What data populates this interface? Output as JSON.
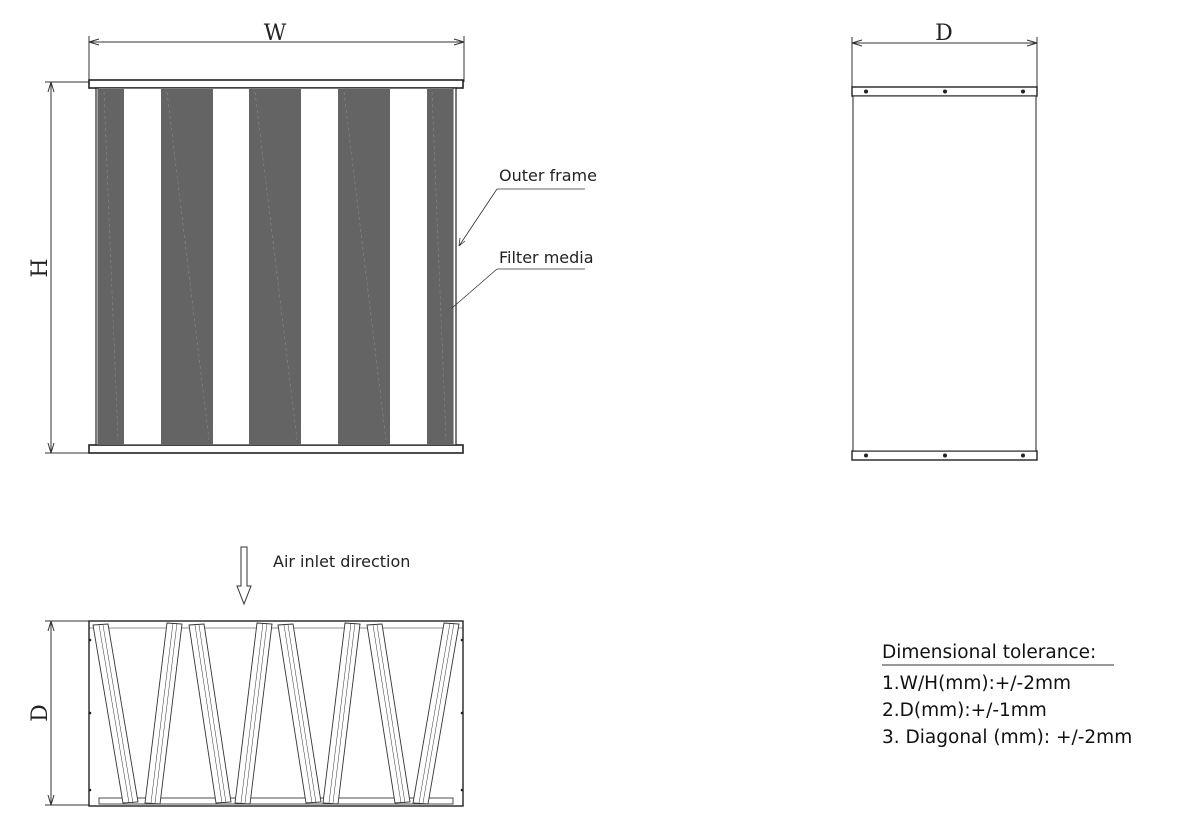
{
  "dimensions": {
    "width_label": "W",
    "height_label": "H",
    "depth_label_side": "D",
    "depth_label_bottom": "D"
  },
  "callouts": {
    "outer_frame": "Outer frame",
    "filter_media": "Filter media",
    "air_inlet": "Air inlet direction"
  },
  "tolerance": {
    "title": "Dimensional tolerance:",
    "line1": "1.W/H(mm):+/-2mm",
    "line2": "2.D(mm):+/-1mm",
    "line3": "3. Diagonal (mm): +/-2mm"
  },
  "colors": {
    "media_fill": "#646464",
    "line": "#222222"
  }
}
